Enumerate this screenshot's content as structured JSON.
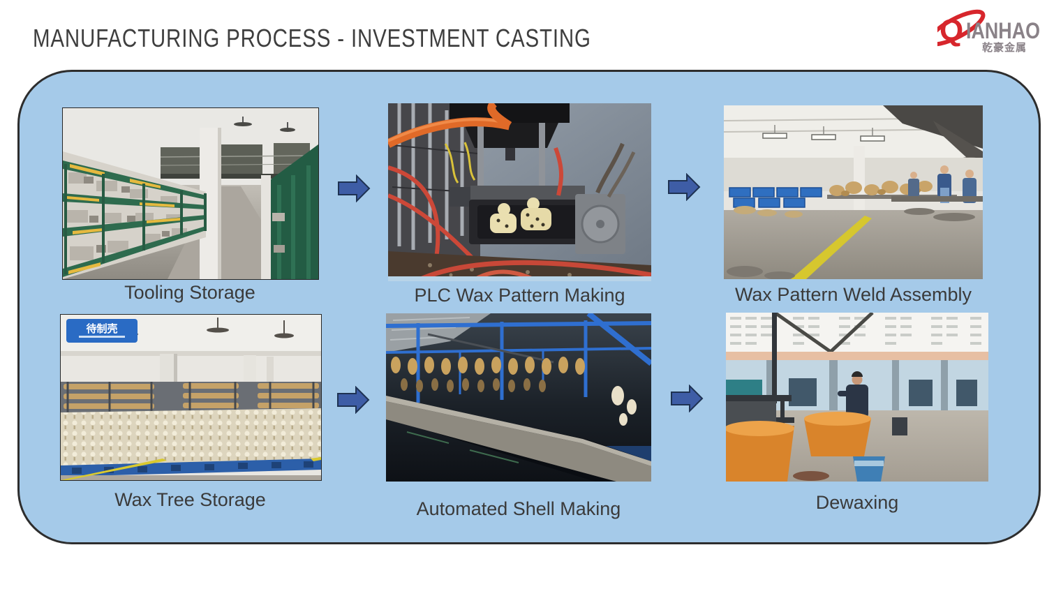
{
  "title": "MANUFACTURING PROCESS - INVESTMENT CASTING",
  "logo": {
    "q": "Q",
    "rest": "IANHAO",
    "cn": "乾豪金属",
    "red": "#d7262c",
    "gray": "#8a8288"
  },
  "panel": {
    "bg": "#a5cae9",
    "border": "#2d2d2d"
  },
  "arrow": {
    "fill": "#3e5da6",
    "stroke": "#1e3252"
  },
  "steps": [
    {
      "id": "tooling-storage",
      "caption": "Tooling Storage"
    },
    {
      "id": "plc-wax-pattern-making",
      "caption": "PLC Wax Pattern Making"
    },
    {
      "id": "wax-pattern-weld-assembly",
      "caption": "Wax Pattern Weld Assembly"
    },
    {
      "id": "wax-tree-storage",
      "caption": "Wax Tree Storage",
      "sign_text": "待制壳"
    },
    {
      "id": "automated-shell-making",
      "caption": "Automated Shell Making"
    },
    {
      "id": "dewaxing",
      "caption": "Dewaxing"
    }
  ]
}
